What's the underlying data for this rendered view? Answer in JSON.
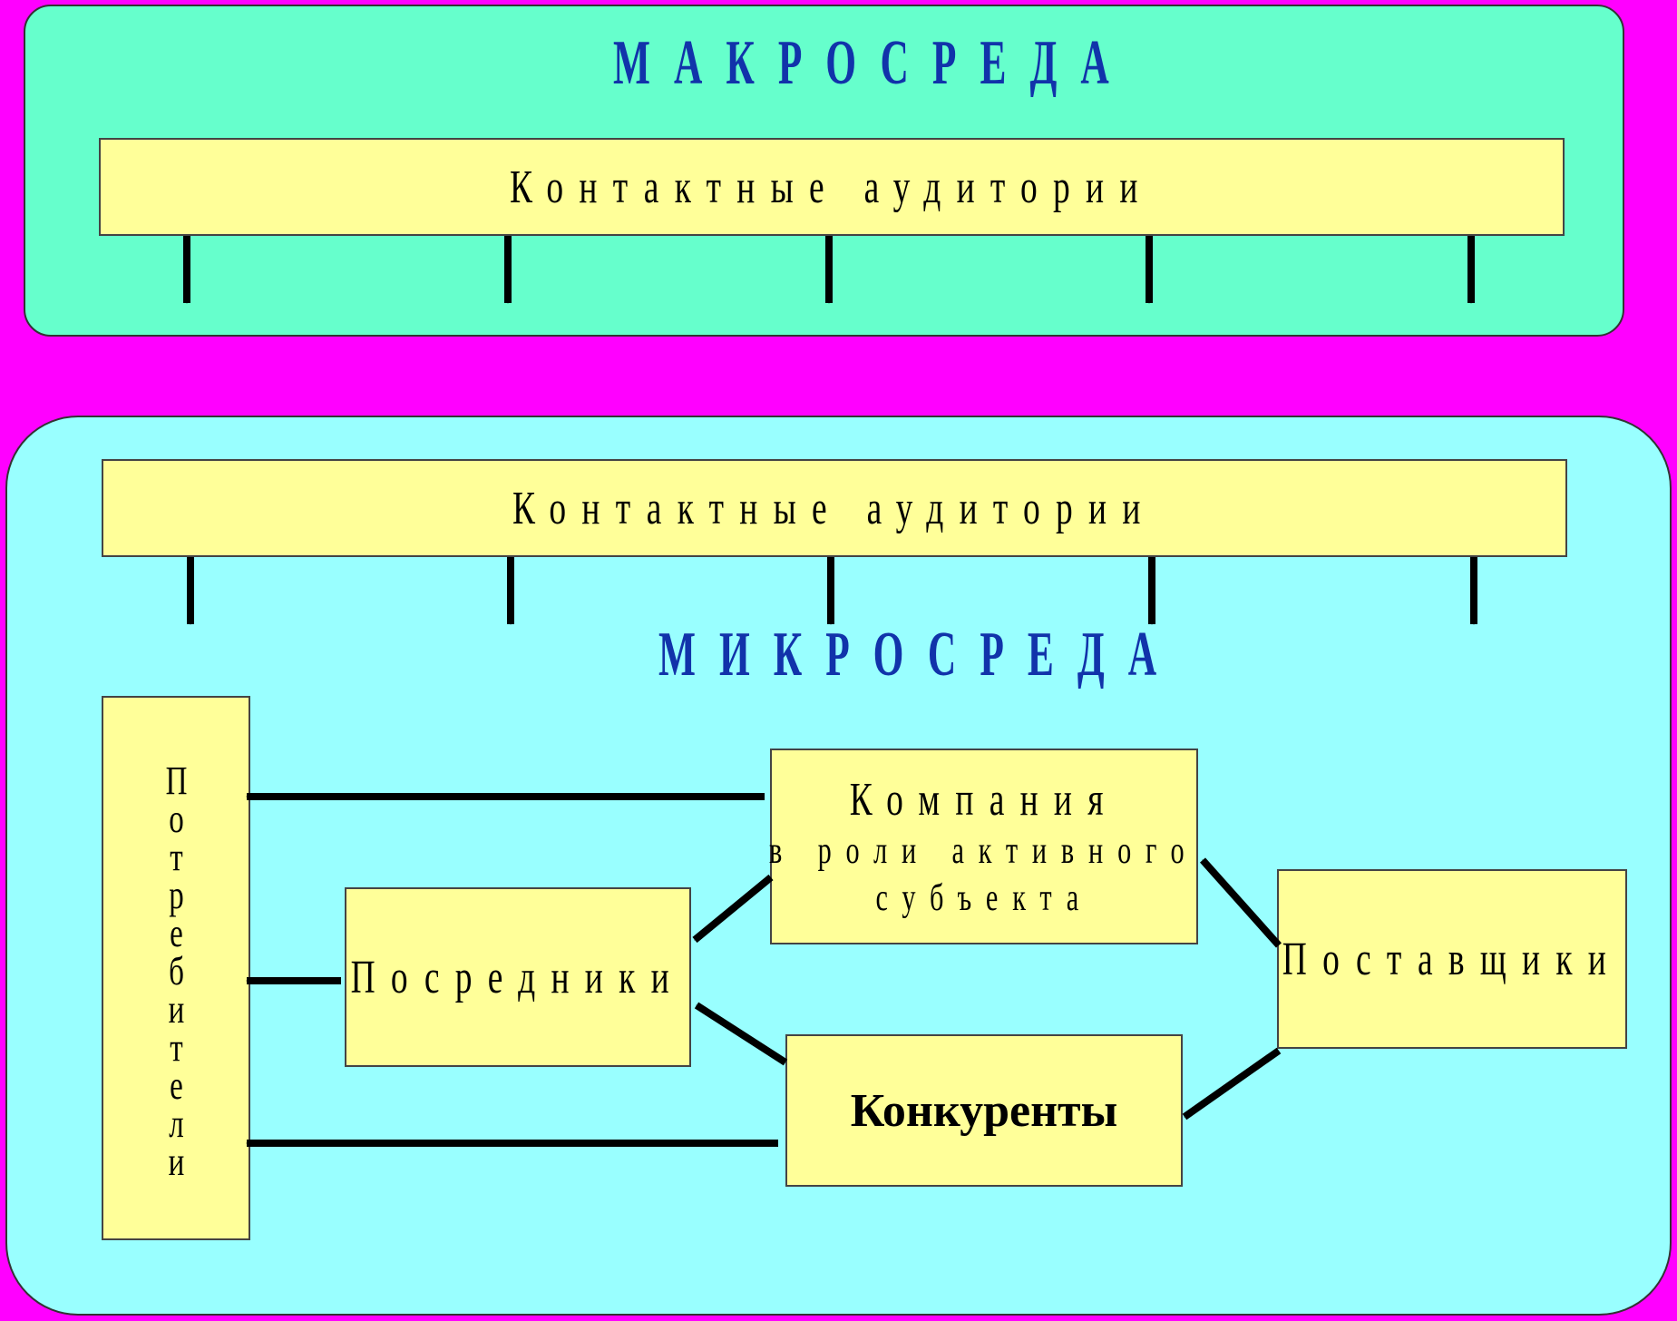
{
  "macro": {
    "title": "МАКРОСРЕДА",
    "contact_audiences": "Контактные аудитории"
  },
  "micro": {
    "title": "МИКРОСРЕДА",
    "contact_audiences": "Контактные аудитории",
    "consumers": "Потребители",
    "company": {
      "line1": "Компания",
      "line2": "в роли активного",
      "line3": "субъекта"
    },
    "intermediaries": "Посредники",
    "suppliers": "Поставщики",
    "competitors": "Конкуренты"
  },
  "colors": {
    "page_background": "#ff00ff",
    "macro_panel": "#66ffcc",
    "micro_panel": "#99ffff",
    "box_fill": "#ffff99",
    "title_text": "#1133aa",
    "arrow": "#000000"
  }
}
